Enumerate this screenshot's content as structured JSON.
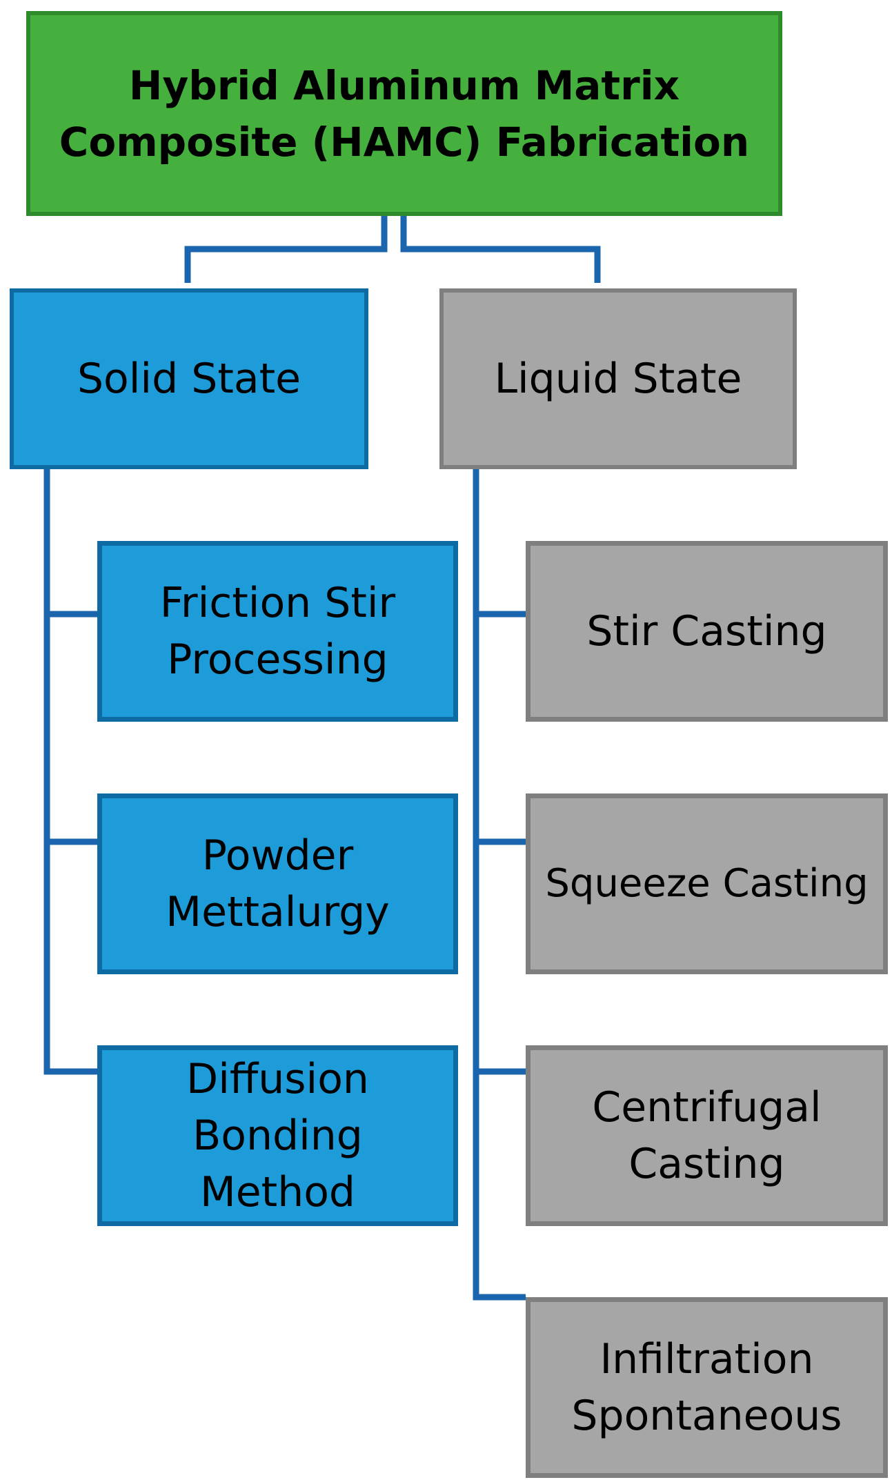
{
  "root": {
    "label": "Hybrid Aluminum Matrix\nComposite (HAMC) Fabrication"
  },
  "branches": {
    "solid": {
      "label": "Solid State",
      "children": [
        "Friction Stir\nProcessing",
        "Powder\nMettalurgy",
        "Diffusion\nBonding\nMethod"
      ]
    },
    "liquid": {
      "label": "Liquid State",
      "children": [
        "Stir Casting",
        "Squeeze Casting",
        "Centrifugal\nCasting",
        "Infiltration\nSpontaneous"
      ]
    }
  },
  "colors": {
    "root_fill": "#45B03E",
    "root_border": "#2E8B2B",
    "solid_fill": "#1E9CDA",
    "solid_border": "#0E6AA3",
    "liquid_fill": "#A6A6A6",
    "liquid_border": "#7F7F7F",
    "connector": "#1B64AE"
  }
}
